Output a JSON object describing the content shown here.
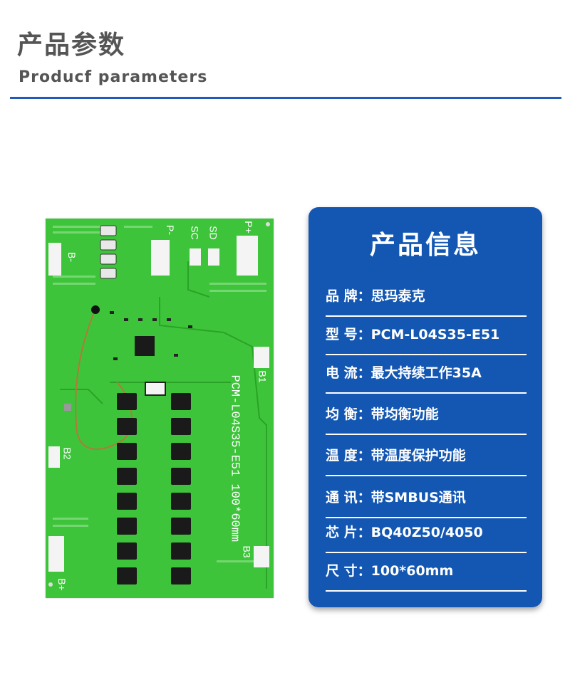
{
  "header": {
    "title": "产品参数",
    "subtitle": "Producf  parameters"
  },
  "pcb": {
    "labels": {
      "b_minus": "B-",
      "b_plus": "B+",
      "b1": "B1",
      "b2": "B2",
      "b3": "B3",
      "p_minus": "P-",
      "p_plus": "P+",
      "sc": "SC",
      "sd": "SD",
      "model_text": "PCM-L04S35-E51 100*60mm"
    }
  },
  "info_card": {
    "title": "产品信息",
    "rows": [
      {
        "label": "品 牌：",
        "value": "思玛泰克"
      },
      {
        "label": "型 号：",
        "value": "PCM-L04S35-E51"
      },
      {
        "label": "电 流：",
        "value": "最大持续工作35A"
      },
      {
        "label": "均 衡：",
        "value": "带均衡功能"
      },
      {
        "label": "温 度：",
        "value": "带温度保护功能"
      },
      {
        "label": "通 讯：",
        "value": "带SMBUS通讯"
      },
      {
        "label": "芯 片：",
        "value": "BQ40Z50/4050"
      },
      {
        "label": "尺  寸：",
        "value": "100*60mm"
      }
    ]
  },
  "colors": {
    "accent": "#1357b3",
    "rule": "#1f5bb8",
    "pcb_green": "#3ec43a",
    "title_gray": "#555555"
  }
}
